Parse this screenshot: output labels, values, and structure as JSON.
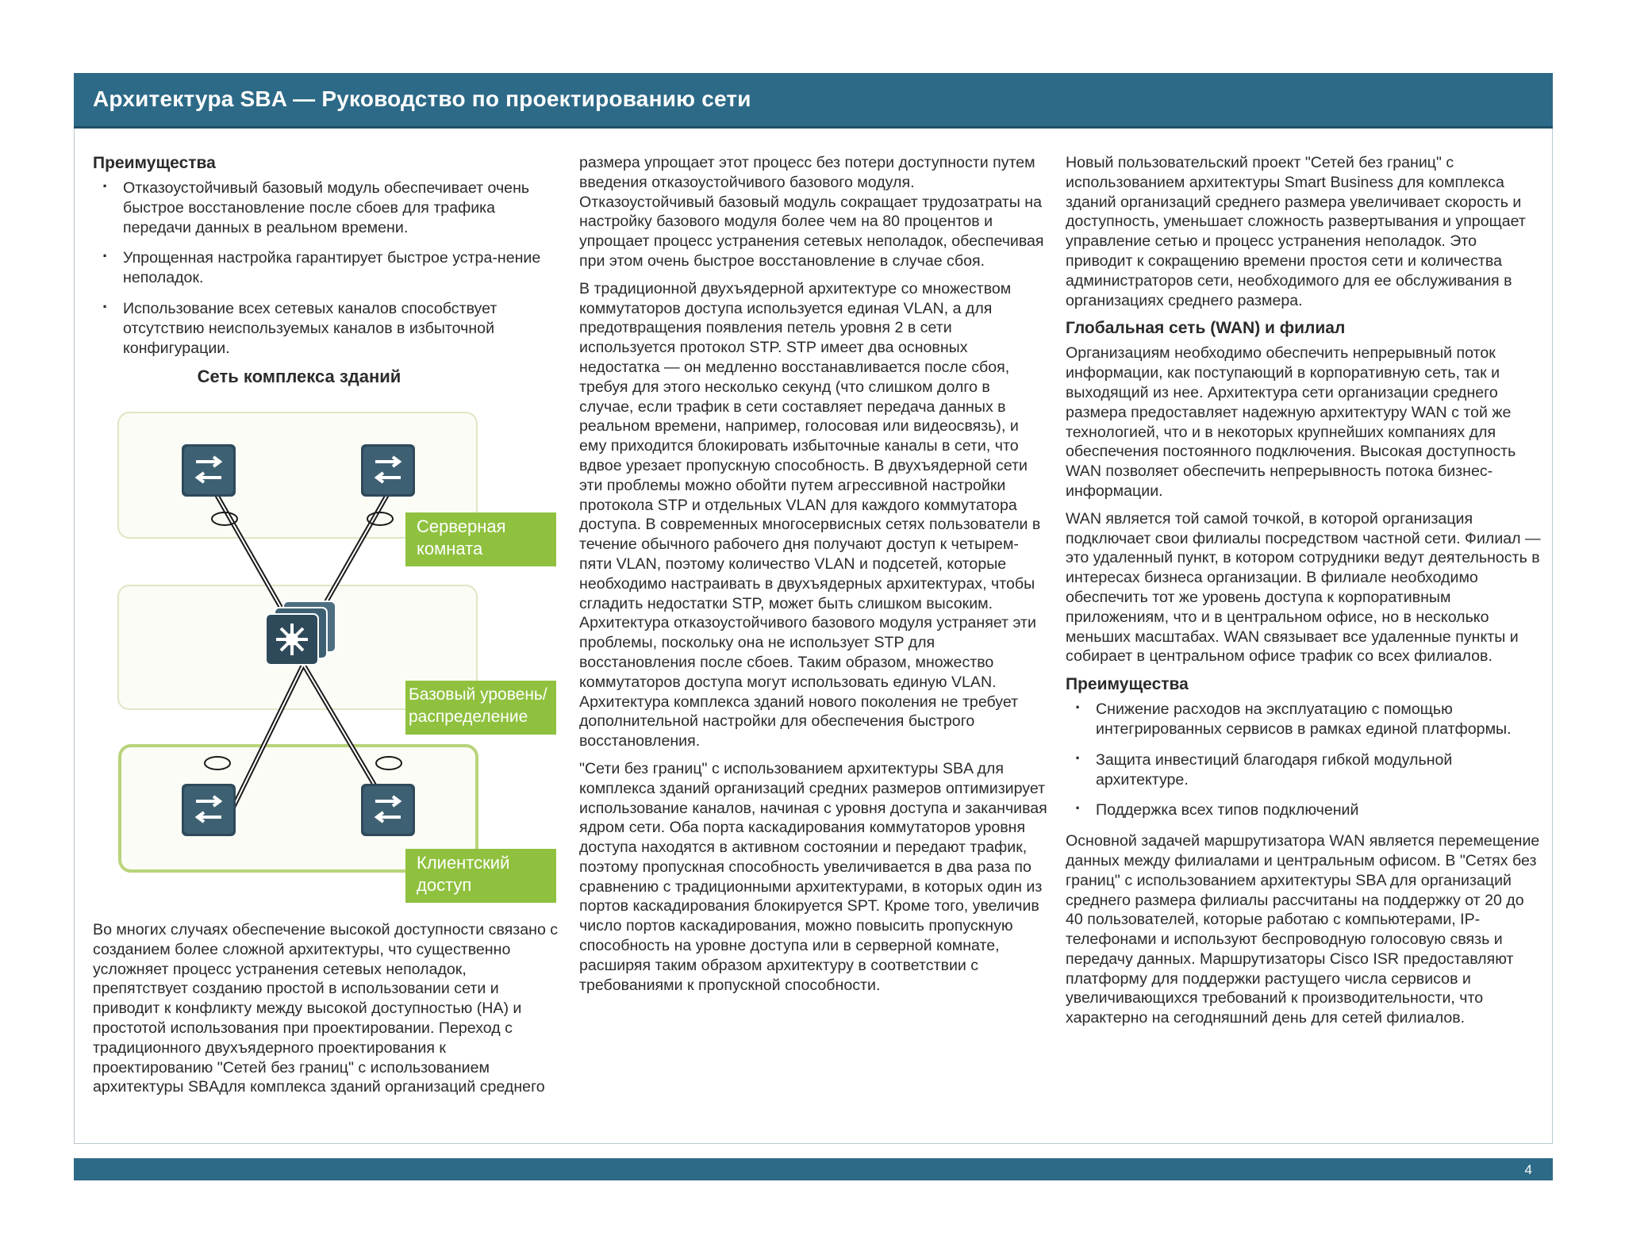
{
  "header": {
    "title": "Архитектура SBA — Руководство по проектированию сети"
  },
  "footer": {
    "page_number": "4"
  },
  "col1": {
    "heading": "Преимущества",
    "bullets": [
      "Отказоустойчивый базовый модуль обеспечивает очень быстрое восстановление после сбоев для трафика передачи данных в реальном времени.",
      "Упрощенная настройка гарантирует быстрое устра-нение неполадок.",
      "Использование всех сетевых каналов способствует отсутствию неиспользуемых каналов в избыточной конфигурации."
    ],
    "bottom_paragraph": "Во многих случаях обеспечение высокой доступности связано с созданием более сложной архитектуры, что существенно усложняет процесс устранения сетевых неполадок, препятствует созданию простой в использовании сети и приводит к конфликту между высокой доступностью (HA) и простотой использования при проектировании. Переход с традиционного двухъядерного проектирования к проектированию \"Сетей без границ\" с использованием архитектуры SBAдля комплекса зданий организаций среднего"
  },
  "diagram": {
    "title": "Сеть комплекса зданий",
    "labels": {
      "server": "Серверная комната",
      "core": "Базовый уровень/ распределение",
      "client": "Клиентский доступ"
    },
    "colors": {
      "accent_green": "#8fc13f",
      "box_border": "#dde7c4",
      "switch": "#2e4a5a"
    }
  },
  "col2": {
    "p1": "размера упрощает этот процесс без потери доступности путем введения отказоустойчивого базового модуля. Отказоустойчивый базовый модуль сокращает трудозатраты на настройку базового модуля более чем на 80 процентов и упрощает процесс устранения сетевых неполадок, обеспечивая при этом очень быстрое восстановление в случае сбоя.",
    "p2": "В традиционной двухъядерной архитектуре со множеством коммутаторов доступа используется единая VLAN, а для предотвращения появления петель уровня 2 в сети используется протокол STP. STP имеет два основных недостатка — он медленно восстанавливается после сбоя, требуя для этого несколько секунд (что слишком долго в случае, если трафик в сети составляет передача данных в реальном времени, например, голосовая или видеосвязь), и ему приходится блокировать избыточные каналы в сети, что вдвое урезает пропускную способность. В двухъядерной сети эти проблемы можно обойти путем агрессивной настройки протокола STP и отдельных VLAN для каждого коммутатора доступа. В современных многосервисных сетях пользователи в течение обычного рабочего дня получают доступ к четырем-пяти VLAN, поэтому количество VLAN и подсетей, которые необходимо настраивать в двухъядерных архитектурах, чтобы сгладить недостатки STP, может быть слишком высоким. Архитектура отказоустойчивого базового модуля устраняет эти проблемы, поскольку она не использует STP для восстановления после сбоев. Таким образом, множество коммутаторов доступа могут использовать единую VLAN. Архитектура комплекса зданий нового поколения не требует дополнительной настройки для обеспечения быстрого восстановления.",
    "p3": "\"Сети без границ\" с использованием архитектуры SBA для комплекса зданий организаций средних размеров оптимизирует использование каналов, начиная с уровня доступа и заканчивая ядром сети. Оба порта каскадирования коммутаторов уровня доступа находятся в активном состоянии и передают трафик, поэтому пропускная способность увеличивается в два раза по сравнению с традиционными архитектурами, в которых один из портов каскадирования блокируется SPT. Кроме того, увеличив число портов каскадирования, можно повысить пропускную способность на уровне доступа или в серверной комнате, расширяя таким образом архитектуру в соответствии с требованиями к пропускной способности."
  },
  "col3": {
    "p1": "Новый пользовательский проект \"Сетей без границ\" с использованием архитектуры Smart Business для комплекса зданий организаций среднего размера увеличивает скорость и доступность, уменьшает сложность развертывания и упрощает управление сетью и процесс устранения неполадок. Это приводит к сокращению времени простоя сети и количества администраторов сети, необходимого для ее обслуживания в организациях среднего размера.",
    "heading_wan": "Глобальная сеть (WAN) и филиал",
    "p2": "Организациям необходимо обеспечить непрерывный поток информации, как поступающий в корпоративную сеть, так и выходящий из нее. Архитектура сети организации среднего размера предоставляет надежную архитектуру WAN с той же технологией, что и в некоторых крупнейших компаниях для обеспечения постоянного подключения. Высокая доступность WAN позволяет обеспечить непрерывность потока бизнес-информации.",
    "p3": "WAN является той самой точкой, в которой организация подключает свои филиалы посредством частной сети. Филиал — это удаленный пункт, в котором сотрудники ведут деятельность в интересах бизнеса организации. В филиале необходимо обеспечить тот же уровень доступа к корпоративным приложениям, что и в центральном офисе, но в несколько меньших масштабах. WAN связывает все удаленные пункты и собирает в центральном офисе трафик со всех филиалов.",
    "heading_benefits": "Преимущества",
    "bullets": [
      "Снижение расходов на эксплуатацию с помощью интегрированных сервисов в рамках единой платформы.",
      "Защита инвестиций благодаря гибкой модульной архитектуре.",
      "Поддержка всех типов подключений"
    ],
    "p4": "Основной задачей маршрутизатора WAN является перемещение данных между филиалами и центральным офисом. В \"Сетях без границ\" с использованием архитектуры SBA для организаций среднего размера филиалы рассчитаны на поддержку от 20 до 40 пользователей, которые работаю с компьютерами, IP-телефонами и используют беспроводную голосовую связь и передачу данных. Маршрутизаторы Cisco ISR предоставляют платформу для поддержки растущего числа сервисов и увеличивающихся требований к производительности, что характерно на сегодняшний день для сетей филиалов."
  }
}
